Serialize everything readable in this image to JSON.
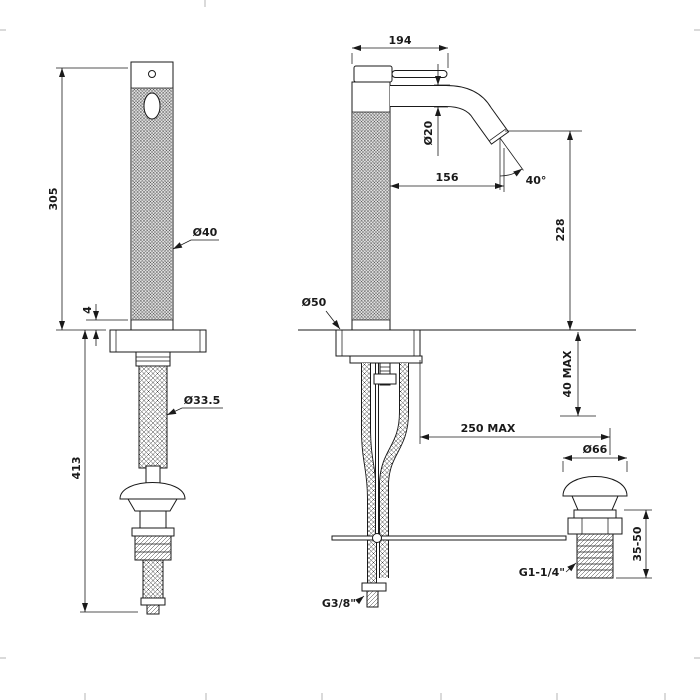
{
  "page": {
    "type": "technical-dimension-drawing",
    "subject": "single-lever basin mixer tap with pop-up waste, two orthographic views"
  },
  "dims": {
    "top_width": "194",
    "body_height": "305",
    "base_gap": "4",
    "under_length": "413",
    "body_dia": "Ø40",
    "hose_dia": "Ø33.5",
    "spout_dia": "Ø20",
    "spout_reach": "156",
    "spout_angle": "40°",
    "outlet_height": "228",
    "base_dia": "Ø50",
    "deck_thickness": "40 MAX",
    "waste_distance": "250 MAX",
    "waste_dia": "Ø66",
    "waste_clamp_range": "35-50",
    "waste_thread": "G1-1/4\"",
    "hose_thread": "G3/8\""
  }
}
